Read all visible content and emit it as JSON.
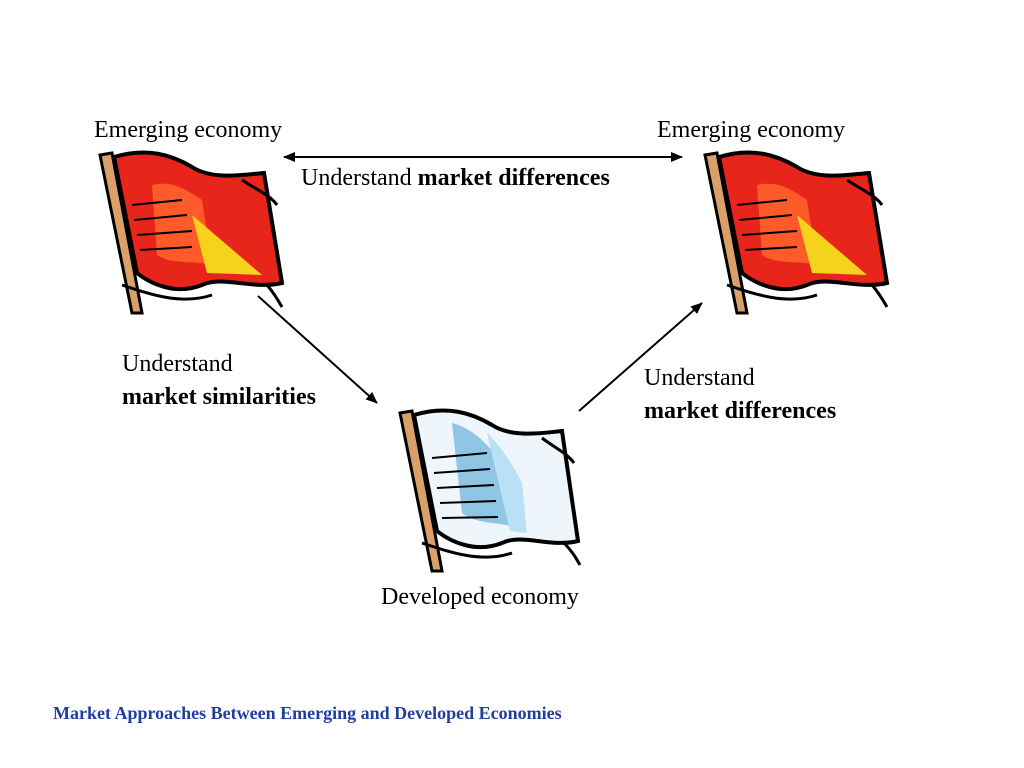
{
  "nodes": {
    "emerging_left": {
      "label": "Emerging economy",
      "icon": "red-flag-icon"
    },
    "emerging_right": {
      "label": "Emerging economy",
      "icon": "red-flag-icon"
    },
    "developed": {
      "label": "Developed economy",
      "icon": "white-flag-icon"
    }
  },
  "edges": {
    "top": {
      "prefix": "Understand",
      "emphasis": "market differences"
    },
    "left": {
      "prefix": "Understand",
      "emphasis": "market similarities"
    },
    "right": {
      "prefix": "Understand",
      "emphasis": "market differences"
    }
  },
  "footer": {
    "text": "Market Approaches Between Emerging and Developed Economies",
    "color": "#1f3f9f"
  },
  "colors": {
    "flag_red": "#e8251a",
    "flag_white": "#dff0fb",
    "pole": "#d9a06a"
  }
}
